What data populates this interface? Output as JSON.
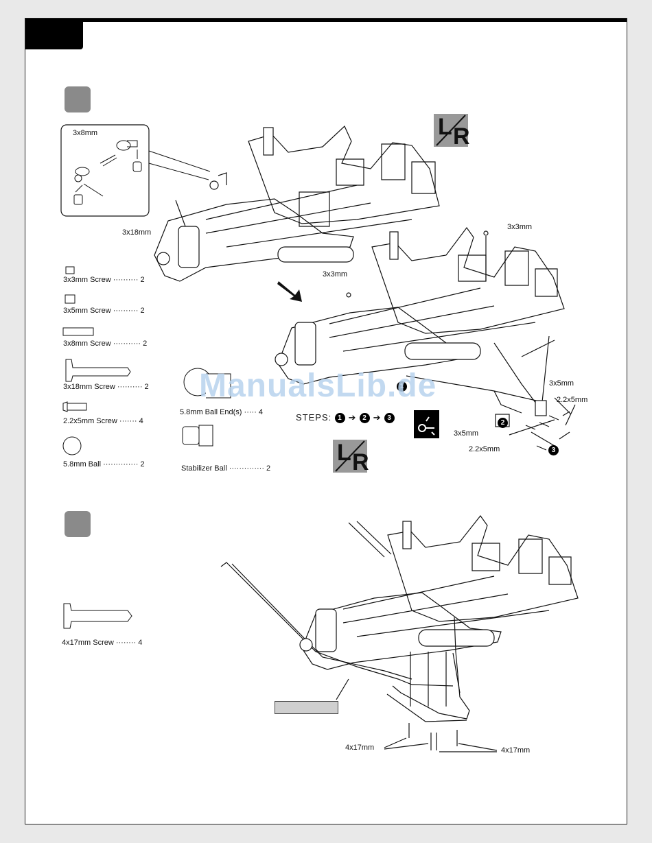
{
  "watermark": "ManualsLib.de",
  "step_a": {
    "callout": "3x8mm",
    "labels": {
      "l_3x18": "3x18mm",
      "l_3x3_top": "3x3mm",
      "l_3x3_mid": "3x3mm",
      "l_3x5_r": "3x5mm",
      "l_22x5_r": "2.2x5mm",
      "l_3x5_b": "3x5mm",
      "l_22x5_b": "2.2x5mm"
    },
    "parts": [
      {
        "name": "3x3mm  Screw",
        "qty": "2"
      },
      {
        "name": "3x5mm  Screw",
        "qty": "2"
      },
      {
        "name": "3x8mm  Screw",
        "qty": "2"
      },
      {
        "name": "3x18mm Screw",
        "qty": "2"
      },
      {
        "name": "2.2x5mm  Screw",
        "qty": "4"
      },
      {
        "name": "5.8mm Ball",
        "qty": "2"
      }
    ],
    "parts2": [
      {
        "name": "5.8mm Ball End(s)",
        "qty": "4"
      },
      {
        "name": "Stabilizer Ball",
        "qty": "2"
      }
    ],
    "steps_label": "STEPS:",
    "step_nums": [
      "1",
      "2",
      "3"
    ],
    "lr_text": {
      "l": "L",
      "r": "R"
    }
  },
  "step_b": {
    "parts": [
      {
        "name": "4x17mm  Screw",
        "qty": "4"
      }
    ],
    "labels": {
      "l_4x17_left": "4x17mm",
      "l_4x17_right": "4x17mm"
    }
  }
}
